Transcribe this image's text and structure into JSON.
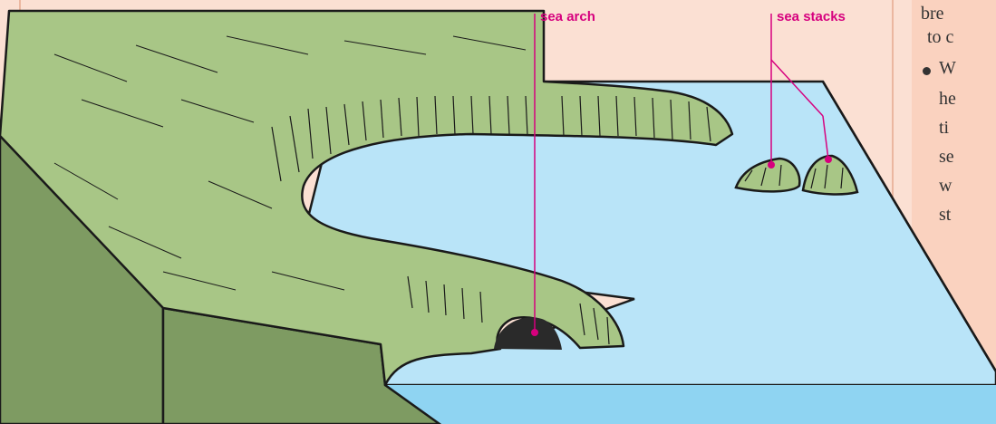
{
  "labels": {
    "arch": "sea arch",
    "stacks": "sea stacks"
  },
  "sidebar": {
    "lines": [
      "bre",
      "to c",
      "W",
      "he",
      "ti",
      "se",
      "w",
      "st"
    ]
  },
  "colors": {
    "background": "#fbe0d3",
    "sidebar": "#fad2bf",
    "land": "#a8c686",
    "land_side": "#7e9b62",
    "sea": "#b9e4f8",
    "sea_front": "#8fd4f2",
    "outline": "#1a1a1a",
    "annotation": "#d6007e"
  },
  "icons": [
    "bullet-icon"
  ]
}
